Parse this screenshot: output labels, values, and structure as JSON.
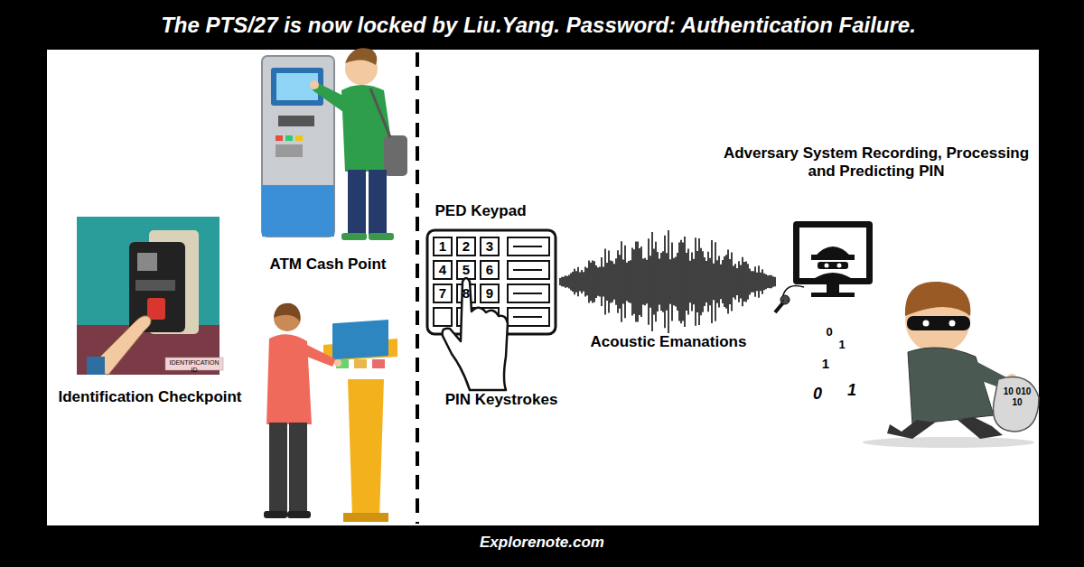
{
  "diagram": {
    "title": "The PTS/27 is now locked by Liu.Yang. Password: Authentication Failure.",
    "caption": "Explorenote.com",
    "labels": [
      "ATM Cash Point",
      "Identification Checkpoint",
      "PED Keypad",
      "PIN Keystrokes",
      "Acoustic Emanations",
      "Adversary System Recording, Processing and Predicting PIN",
      "1",
      "2",
      "3",
      "4",
      "5",
      "6",
      "7",
      "8",
      "9",
      "IDENTIFICATION ID",
      "0",
      "1",
      "1",
      "0",
      "1",
      "10 010 10"
    ]
  }
}
